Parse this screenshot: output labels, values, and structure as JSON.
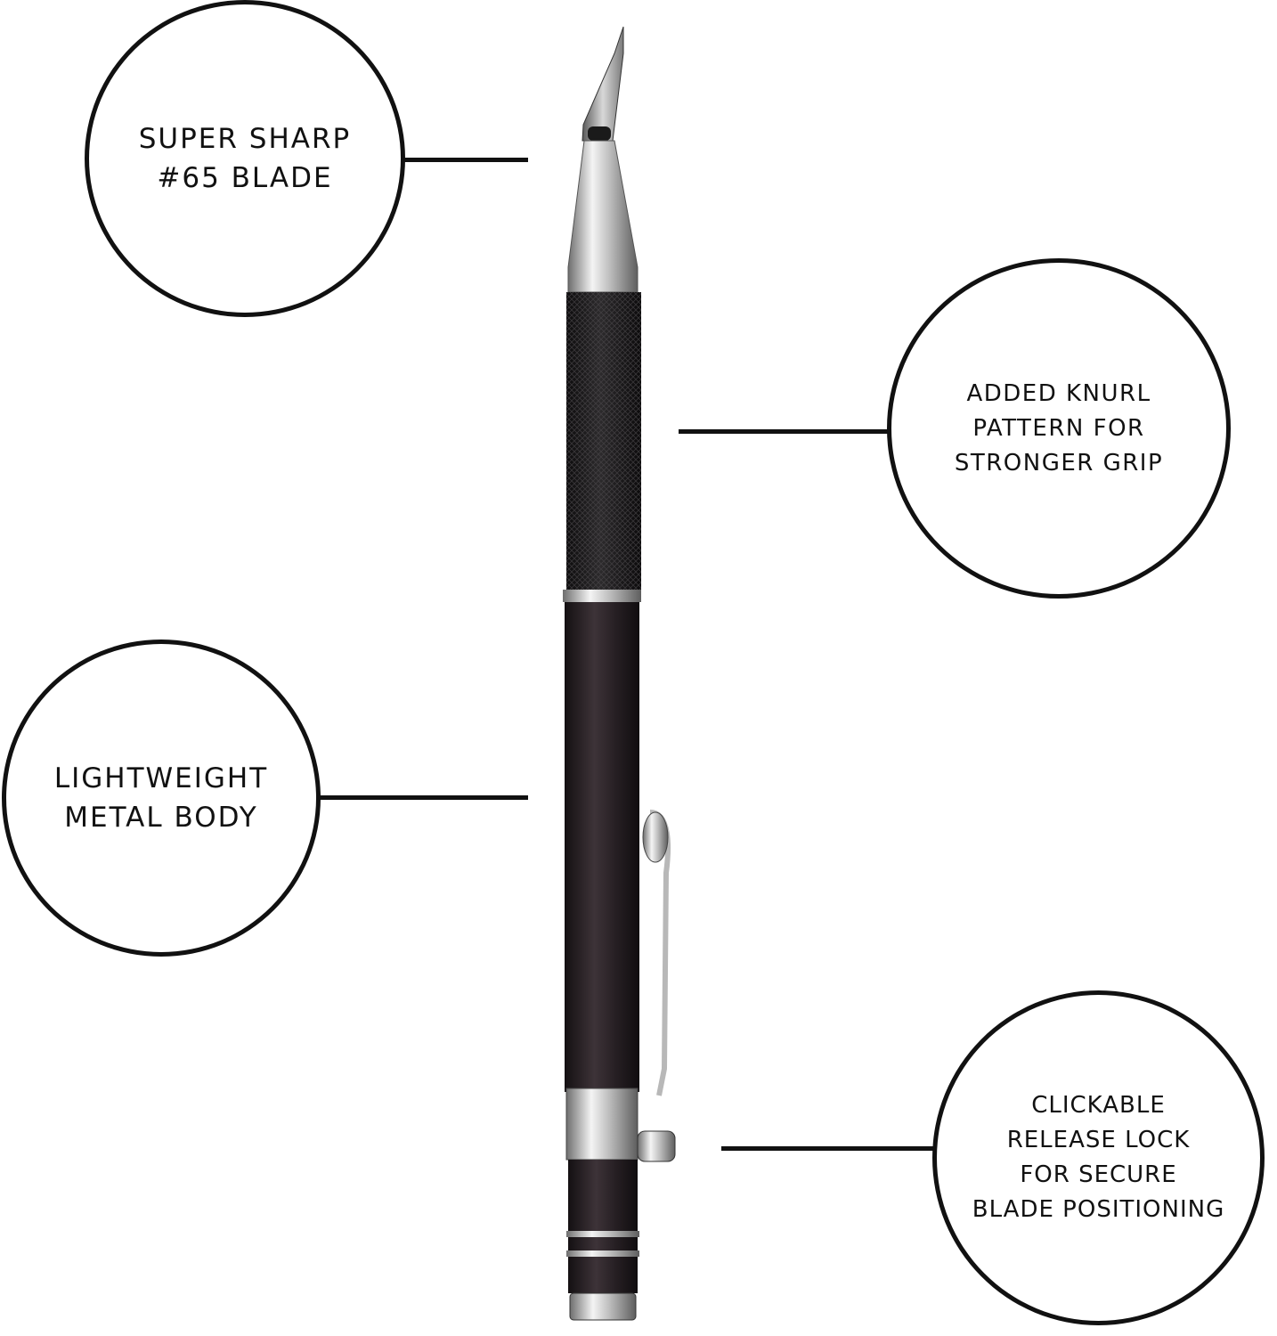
{
  "callouts": {
    "blade": {
      "lines": [
        "SUPER SHARP",
        "#65 BLADE"
      ]
    },
    "knurl": {
      "lines": [
        "ADDED KNURL",
        "PATTERN FOR",
        "STRONGER GRIP"
      ]
    },
    "body": {
      "lines": [
        "LIGHTWEIGHT",
        "METAL BODY"
      ]
    },
    "lock": {
      "lines": [
        "CLICKABLE",
        "RELEASE LOCK",
        "FOR SECURE",
        "BLADE POSITIONING"
      ]
    }
  },
  "colors": {
    "line": "#111111",
    "background": "#ffffff",
    "knife_body": "#2a2226",
    "knife_grip": "#1c1a1c",
    "chrome": "#c9c9c9"
  }
}
